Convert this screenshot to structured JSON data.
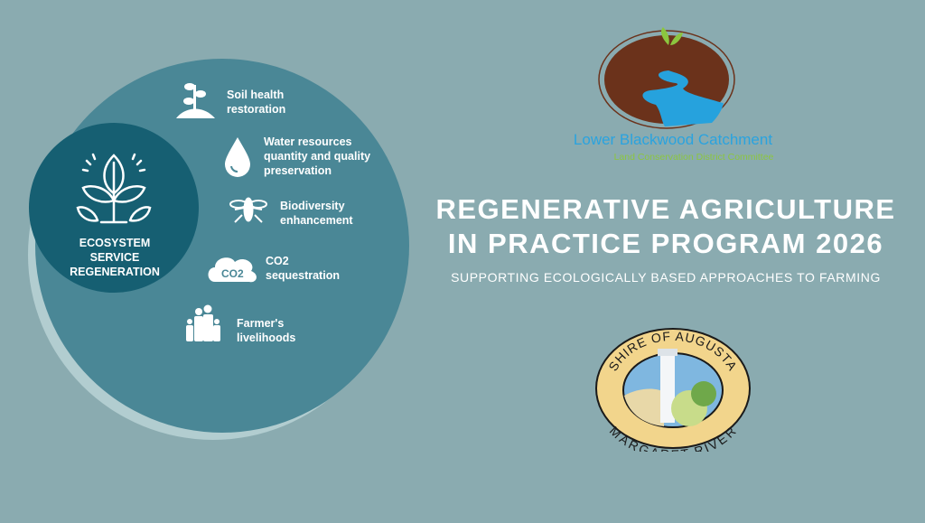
{
  "colors": {
    "background": "#8aabb0",
    "circle": "#4a8796",
    "hub": "#165f72",
    "crescent": "#b2cdd0",
    "lbc_blue": "#2aa3df",
    "lbc_green": "#8cc63f",
    "lbc_brown": "#6b321b",
    "seal_gold": "#f2d58c"
  },
  "diagram": {
    "hub": {
      "icon": "plant-sprout-icon",
      "label": "ECOSYSTEM\nSERVICE\nREGENERATION"
    },
    "items": [
      {
        "icon": "soil-plant-icon",
        "label": "Soil health\nrestoration"
      },
      {
        "icon": "water-drop-icon",
        "label": "Water resources\nquantity  and quality\npreservation"
      },
      {
        "icon": "bee-icon",
        "label": "Biodiversity\nenhancement"
      },
      {
        "icon": "co2-cloud-icon",
        "label": "CO2\nsequestration",
        "icon_text": "CO2"
      },
      {
        "icon": "family-icon",
        "label": "Farmer's\nlivelihoods"
      }
    ]
  },
  "logos": {
    "lower_blackwood": {
      "name": "Lower Blackwood Catchment",
      "subtitle": "Land Conservation District Committee"
    },
    "shire": {
      "top_text": "SHIRE OF AUGUSTA",
      "bottom_text": "MARGARET RIVER"
    }
  },
  "title": {
    "line1": "REGENERATIVE AGRICULTURE",
    "line2": "IN PRACTICE PROGRAM 2026",
    "subtitle": "SUPPORTING ECOLOGICALLY BASED APPROACHES TO FARMING"
  }
}
